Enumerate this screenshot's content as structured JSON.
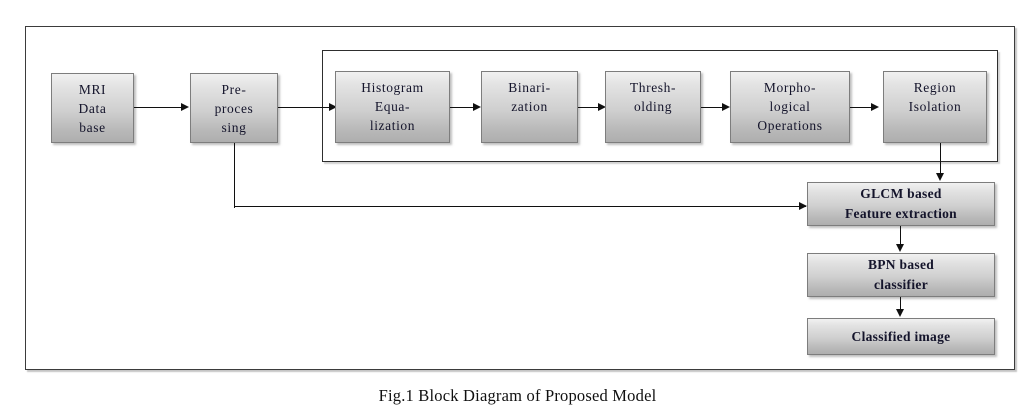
{
  "figure": {
    "caption": "Fig.1 Block Diagram of Proposed Model",
    "colors": {
      "box_fill_light": "#f1f1f1",
      "box_fill_dark": "#aeaeae",
      "box_border": "#7d7d7d",
      "frame_border": "#3b3b3b",
      "connector": "#101010",
      "text": "#14142b",
      "background": "#ffffff"
    }
  },
  "input_stage": {
    "database_box": {
      "lines": [
        "MRI",
        "Data",
        "base"
      ]
    },
    "preprocessing_box": {
      "lines": [
        "Pre-",
        "proces",
        "sing"
      ]
    }
  },
  "processing_group": {
    "boxes": [
      {
        "name": "histogram-equalization",
        "lines": [
          "Histogram",
          "Equa-",
          "lization"
        ]
      },
      {
        "name": "binarization",
        "lines": [
          "Binari-",
          "zation"
        ]
      },
      {
        "name": "thresholding",
        "lines": [
          "Thresh-",
          "olding"
        ]
      },
      {
        "name": "morphological-operations",
        "lines": [
          "Morpho-",
          "logical",
          "Operations"
        ]
      },
      {
        "name": "region-isolation",
        "lines": [
          "Region",
          "Isolation"
        ]
      }
    ]
  },
  "output_stage": {
    "boxes": [
      {
        "name": "glcm-feature-extraction",
        "lines": [
          "GLCM based",
          "Feature extraction"
        ]
      },
      {
        "name": "bpn-classifier",
        "lines": [
          "BPN based",
          "classifier"
        ]
      },
      {
        "name": "classified-image",
        "lines": [
          "Classified image"
        ]
      }
    ]
  }
}
